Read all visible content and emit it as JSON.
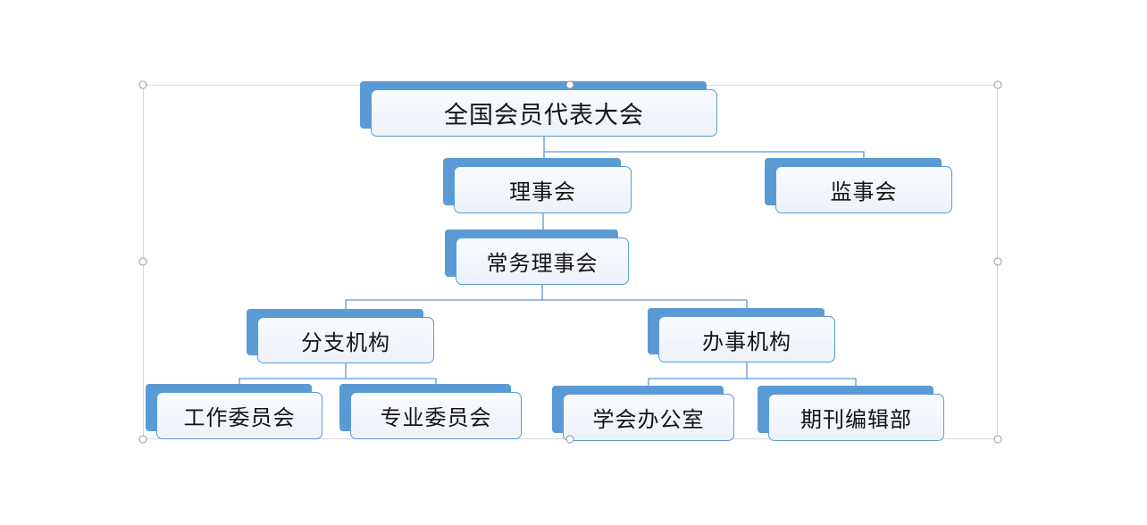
{
  "diagram": {
    "type": "org-chart",
    "colors": {
      "accent": "#5b9bd5",
      "node_fill": "#edf2fa",
      "node_border": "#5b9bd5",
      "connector": "#5b9bd5",
      "frame": "#d9d9d9"
    },
    "nodes": [
      {
        "id": "congress",
        "label": "全国会员代表大会",
        "parent": null
      },
      {
        "id": "council",
        "label": "理事会",
        "parent": "congress"
      },
      {
        "id": "supervisory-board",
        "label": "监事会",
        "parent": "congress"
      },
      {
        "id": "standing-council",
        "label": "常务理事会",
        "parent": "council"
      },
      {
        "id": "branch-organizations",
        "label": "分支机构",
        "parent": "standing-council"
      },
      {
        "id": "administrative-offices",
        "label": "办事机构",
        "parent": "standing-council"
      },
      {
        "id": "working-committee",
        "label": "工作委员会",
        "parent": "branch-organizations"
      },
      {
        "id": "professional-committee",
        "label": "专业委员会",
        "parent": "branch-organizations"
      },
      {
        "id": "society-office",
        "label": "学会办公室",
        "parent": "administrative-offices"
      },
      {
        "id": "journal-editorial-dept",
        "label": "期刊编辑部",
        "parent": "administrative-offices"
      }
    ]
  }
}
